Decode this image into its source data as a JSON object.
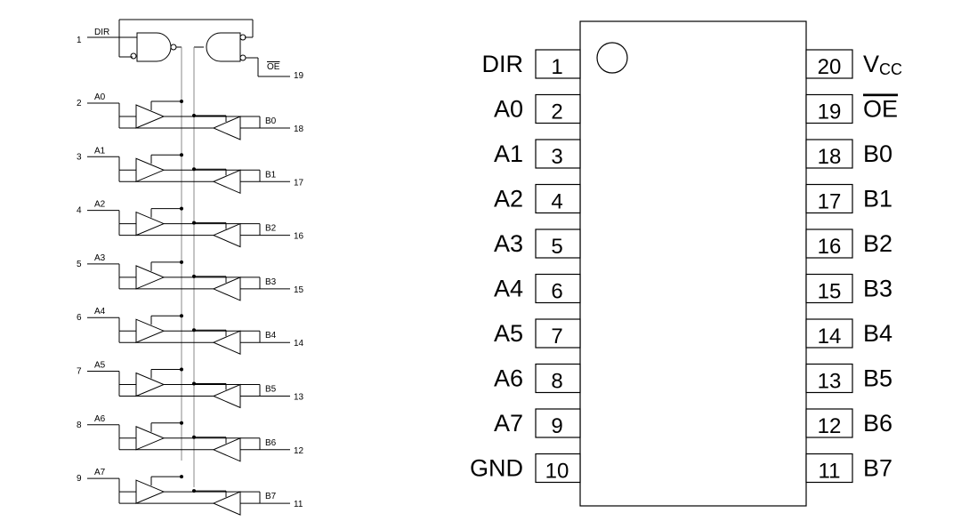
{
  "logic_diagram": {
    "dir_label": "DIR",
    "dir_pin": "1",
    "oe_label": "OE",
    "oe_pin": "19",
    "channels": [
      {
        "a_label": "A0",
        "a_pin": "2",
        "b_label": "B0",
        "b_pin": "18"
      },
      {
        "a_label": "A1",
        "a_pin": "3",
        "b_label": "B1",
        "b_pin": "17"
      },
      {
        "a_label": "A2",
        "a_pin": "4",
        "b_label": "B2",
        "b_pin": "16"
      },
      {
        "a_label": "A3",
        "a_pin": "5",
        "b_label": "B3",
        "b_pin": "15"
      },
      {
        "a_label": "A4",
        "a_pin": "6",
        "b_label": "B4",
        "b_pin": "14"
      },
      {
        "a_label": "A5",
        "a_pin": "7",
        "b_label": "B5",
        "b_pin": "13"
      },
      {
        "a_label": "A6",
        "a_pin": "8",
        "b_label": "B6",
        "b_pin": "12"
      },
      {
        "a_label": "A7",
        "a_pin": "9",
        "b_label": "B7",
        "b_pin": "11"
      }
    ]
  },
  "pinout": {
    "left_pins": [
      {
        "num": "1",
        "name": "DIR"
      },
      {
        "num": "2",
        "name": "A0"
      },
      {
        "num": "3",
        "name": "A1"
      },
      {
        "num": "4",
        "name": "A2"
      },
      {
        "num": "5",
        "name": "A3"
      },
      {
        "num": "6",
        "name": "A4"
      },
      {
        "num": "7",
        "name": "A5"
      },
      {
        "num": "8",
        "name": "A6"
      },
      {
        "num": "9",
        "name": "A7"
      },
      {
        "num": "10",
        "name": "GND"
      }
    ],
    "right_pins": [
      {
        "num": "20",
        "name": "V",
        "sub": "CC"
      },
      {
        "num": "19",
        "name": "OE",
        "overline": true
      },
      {
        "num": "18",
        "name": "B0"
      },
      {
        "num": "17",
        "name": "B1"
      },
      {
        "num": "16",
        "name": "B2"
      },
      {
        "num": "15",
        "name": "B3"
      },
      {
        "num": "14",
        "name": "B4"
      },
      {
        "num": "13",
        "name": "B5"
      },
      {
        "num": "12",
        "name": "B6"
      },
      {
        "num": "11",
        "name": "B7"
      }
    ]
  },
  "colors": {
    "line": "#000000",
    "control_line": "#888888",
    "background": "#ffffff"
  }
}
